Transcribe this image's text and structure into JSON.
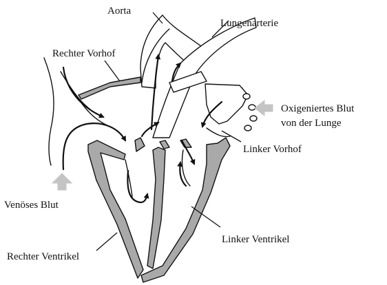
{
  "labels": {
    "aorta": "Aorta",
    "pulmonary_artery": "Lungenarterie",
    "right_atrium": "Rechter Vorhof",
    "oxygenated_blood_line1": "Oxigeniertes Blut",
    "oxygenated_blood_line2": "von der Lunge",
    "left_atrium": "Linker Vorhof",
    "venous_blood": "Venöses Blut",
    "left_ventricle": "Linker Ventrikel",
    "right_ventricle": "Rechter Ventrikel"
  },
  "colors": {
    "wall_fill": "#a9a9a9",
    "outline": "#111111",
    "inflow_arrow": "#c4c4c4",
    "background": "#ffffff"
  }
}
